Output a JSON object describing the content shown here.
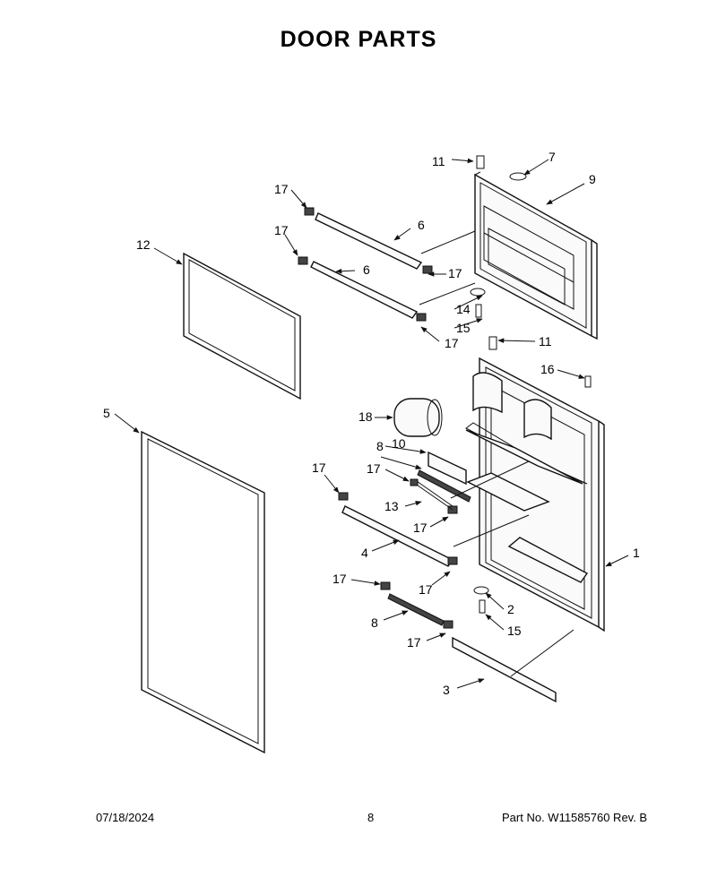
{
  "title": "DOOR PARTS",
  "footer": {
    "date": "07/18/2024",
    "page": "8",
    "part_no": "Part No.  W11585760   Rev.  B"
  },
  "callouts": {
    "c1": "1",
    "c2": "2",
    "c3": "3",
    "c4": "4",
    "c5": "5",
    "c6a": "6",
    "c6b": "6",
    "c7": "7",
    "c8a": "8",
    "c8b": "8",
    "c9": "9",
    "c10": "10",
    "c11a": "11",
    "c11b": "11",
    "c12": "12",
    "c13": "13",
    "c14": "14",
    "c15a": "15",
    "c15b": "15",
    "c16": "16",
    "c17a": "17",
    "c17b": "17",
    "c17c": "17",
    "c17d": "17",
    "c17e": "17",
    "c17f": "17",
    "c17g": "17",
    "c17h": "17",
    "c17i": "17",
    "c17j": "17",
    "c18": "18"
  }
}
